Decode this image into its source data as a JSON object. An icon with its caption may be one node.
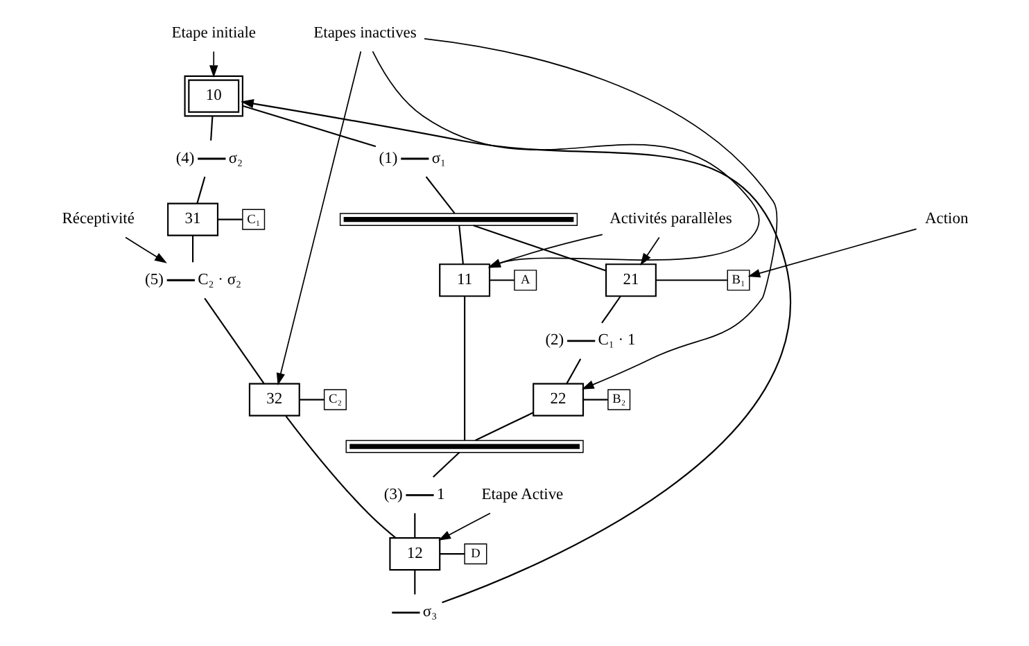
{
  "diagram": {
    "nodes": [
      {
        "text": [
          "Etape initiale"
        ]
      },
      {
        "text": [
          "10"
        ]
      },
      {
        "text": [
          "Activités parallèles"
        ]
      },
      {
        "text": [
          "(1)",
          "σ₁"
        ]
      },
      {
        "text": [
          "Action"
        ]
      },
      {
        "text": [
          "(4)",
          "σ₂"
        ]
      },
      {
        "text": [],
        "shape": "bar"
      },
      {
        "text": [
          "21"
        ]
      },
      {
        "text": [
          "B₁"
        ]
      },
      {
        "text": [
          "Réceptivité"
        ]
      },
      {
        "text": [
          "31"
        ]
      },
      {
        "text": [
          "C₁"
        ]
      },
      {
        "text": [
          "11"
        ]
      },
      {
        "text": [
          "A"
        ]
      },
      {
        "text": [
          "(2)",
          "C₁ · 1"
        ]
      },
      {
        "text": [
          "(5)",
          "C₂ · σ₂"
        ]
      },
      {
        "text": [
          "22"
        ]
      },
      {
        "text": [
          "B₂"
        ]
      },
      {
        "text": [
          "32"
        ]
      },
      {
        "text": [
          "C₂"
        ]
      },
      {
        "text": [],
        "shape": "bar"
      },
      {
        "text": [
          "(3)",
          "1"
        ]
      },
      {
        "text": [
          "Etape Active"
        ]
      },
      {
        "text": [
          "12"
        ]
      },
      {
        "text": [
          "D"
        ]
      },
      {
        "text": [
          "Etapes inactives"
        ]
      },
      {
        "text": [
          "σ₃"
        ]
      }
    ],
    "edges": [
      {
        "from": 0,
        "to": 1,
        "arrow": "to"
      },
      {
        "from": 1,
        "to": 3,
        "arrow": "none"
      },
      {
        "from": 1,
        "to": 5,
        "arrow": "none"
      },
      {
        "from": 3,
        "to": 6,
        "arrow": "none"
      },
      {
        "from": 2,
        "to": 7,
        "arrow": "to"
      },
      {
        "from": 2,
        "to": 12,
        "arrow": "to"
      },
      {
        "from": 4,
        "to": 8,
        "arrow": "to"
      },
      {
        "from": 6,
        "to": 7,
        "arrow": "none"
      },
      {
        "from": 6,
        "to": 12,
        "arrow": "none"
      },
      {
        "from": 7,
        "to": 8,
        "arrow": "none"
      },
      {
        "from": 7,
        "to": 14,
        "arrow": "none"
      },
      {
        "from": 14,
        "to": 16,
        "arrow": "none"
      },
      {
        "from": 16,
        "to": 17,
        "arrow": "none"
      },
      {
        "from": 12,
        "to": 13,
        "arrow": "none"
      },
      {
        "from": 12,
        "to": 20,
        "arrow": "none"
      },
      {
        "from": 16,
        "to": 20,
        "arrow": "none"
      },
      {
        "from": 5,
        "to": 10,
        "arrow": "none"
      },
      {
        "from": 10,
        "to": 11,
        "arrow": "none"
      },
      {
        "from": 10,
        "to": 15,
        "arrow": "none"
      },
      {
        "from": 9,
        "to": 15,
        "arrow": "to"
      },
      {
        "from": 15,
        "to": 18,
        "arrow": "none"
      },
      {
        "from": 18,
        "to": 19,
        "arrow": "none"
      },
      {
        "from": 20,
        "to": 21,
        "arrow": "none"
      },
      {
        "from": 21,
        "to": 23,
        "arrow": "none"
      },
      {
        "from": 18,
        "to": 23,
        "arrow": "none"
      },
      {
        "from": 22,
        "to": 23,
        "arrow": "to"
      },
      {
        "from": 23,
        "to": 24,
        "arrow": "none"
      },
      {
        "from": 23,
        "to": 26,
        "arrow": "none"
      },
      {
        "from": 25,
        "to": 12,
        "arrow": "to"
      },
      {
        "from": 25,
        "to": 16,
        "arrow": "to"
      },
      {
        "from": 25,
        "to": 18,
        "arrow": "to"
      },
      {
        "from": 26,
        "to": 1,
        "arrow": "to"
      }
    ]
  }
}
